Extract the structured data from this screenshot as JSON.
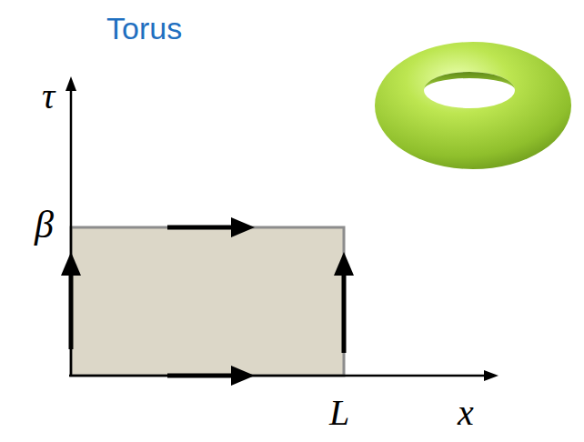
{
  "diagram": {
    "title": "Torus",
    "labels": [
      "τ",
      "β",
      "L",
      "x"
    ]
  }
}
